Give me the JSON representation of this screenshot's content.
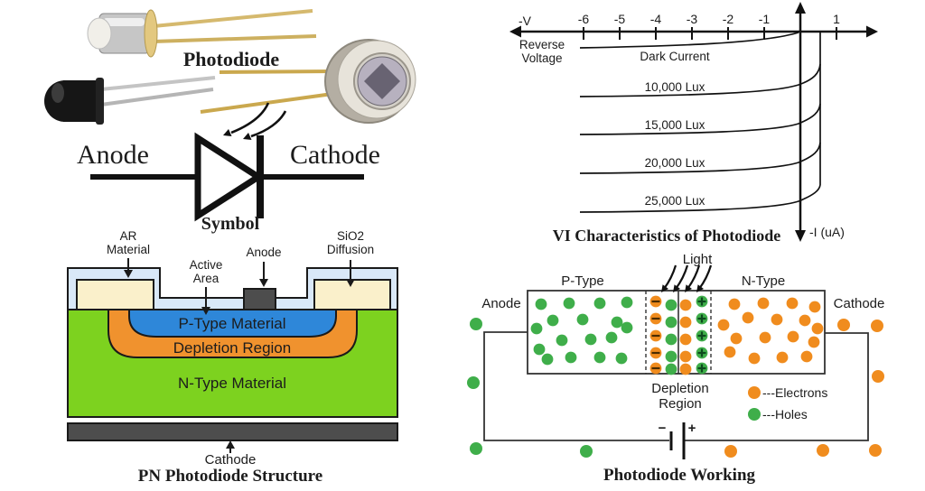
{
  "photos": {
    "label": "Photodiode",
    "items": [
      "metal-can-photodiode",
      "black-epoxy-photodiode",
      "to5-window-photodiode"
    ]
  },
  "symbol": {
    "anode": "Anode",
    "cathode": "Cathode",
    "caption": "Symbol"
  },
  "structure": {
    "labels": {
      "ar_line1": "AR",
      "ar_line2": "Material",
      "active_line1": "Active",
      "active_line2": "Area",
      "anode": "Anode",
      "sio2_line1": "SiO2",
      "sio2_line2": "Diffusion",
      "p_type": "P-Type Material",
      "depletion": "Depletion Region",
      "n_type": "N-Type Material",
      "cathode": "Cathode"
    },
    "title": "PN Photodiode Structure",
    "colors": {
      "sio2_layer": "#d9e8f8",
      "ar_pad": "#faf0cb",
      "contact": "#4d4d4d",
      "p_type": "#2e87d9",
      "depletion": "#f0922e",
      "n_type": "#7dd21f"
    }
  },
  "graph": {
    "title": "VI Characteristics of Photodiode",
    "x_axis_label": "-V",
    "reverse_line1": "Reverse",
    "reverse_line2": "Voltage",
    "y_axis_label": "-I (uA)",
    "ticks": [
      "-6",
      "-5",
      "-4",
      "-3",
      "-2",
      "-1",
      "1"
    ],
    "curves": [
      "Dark Current",
      "10,000 Lux",
      "15,000 Lux",
      "20,000 Lux",
      "25,000 Lux"
    ],
    "chart_data": {
      "type": "line",
      "title": "VI Characteristics of Photodiode",
      "xlabel": "Reverse Voltage (-V)",
      "ylabel": "-I (uA)",
      "x_ticks": [
        -6,
        -5,
        -4,
        -3,
        -2,
        -1,
        1
      ],
      "x_range": [
        -8,
        2
      ],
      "y_axis_direction": "reverse current increases downward",
      "forward_knee_voltage_V": 0.55,
      "series": [
        {
          "name": "Dark Current",
          "reverse_current_level": 1
        },
        {
          "name": "10,000 Lux",
          "reverse_current_level": 4
        },
        {
          "name": "15,000 Lux",
          "reverse_current_level": 6.3
        },
        {
          "name": "20,000 Lux",
          "reverse_current_level": 8.7
        },
        {
          "name": "25,000 Lux",
          "reverse_current_level": 11
        }
      ],
      "note": "Current axis has no numeric ticks; levels are relative arbitrary units read from the plot. All curves rise steeply near +0.55 V forward bias.",
      "grid": false,
      "legend_position": "labels adjacent to curves"
    }
  },
  "working": {
    "labels": {
      "light": "Light",
      "p_type": "P-Type",
      "n_type": "N-Type",
      "anode": "Anode",
      "cathode": "Cathode",
      "depletion_line1": "Depletion",
      "depletion_line2": "Region"
    },
    "battery": {
      "minus": "−",
      "plus": "+"
    },
    "legend": {
      "electrons": "---Electrons",
      "holes": "---Holes"
    },
    "title": "Photodiode Working",
    "colors": {
      "electron": "#f08c1e",
      "hole": "#3fae4a"
    }
  }
}
